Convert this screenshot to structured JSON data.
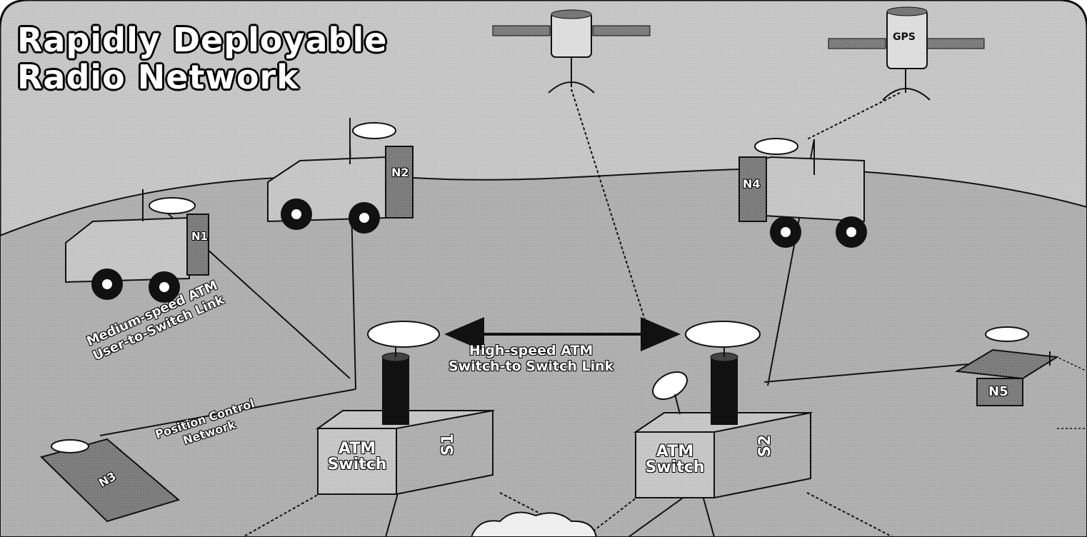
{
  "diagram": {
    "title_line1": "Rapidly Deployable",
    "title_line2": "Radio Network",
    "satellite_gps": "GPS",
    "link_high_line1": "High-speed ATM",
    "link_high_line2": "Switch-to Switch Link",
    "link_medium_line1": "Medium-speed ATM",
    "link_medium_line2": "User-to-Switch Link",
    "position_line1": "Position Control",
    "position_line2": "Network",
    "switch1_line1": "ATM",
    "switch1_line2": "Switch",
    "switch1_id": "S1",
    "switch2_line1": "ATM",
    "switch2_line2": "Switch",
    "switch2_id": "S2",
    "node_n1": "N1",
    "node_n2": "N2",
    "node_n3": "N3",
    "node_n4": "N4",
    "node_n5": "N5"
  },
  "colors": {
    "ground": "#b5b5b5",
    "ground_dark": "#8e8e8e",
    "sky": "#c8c8c8",
    "ink": "#111111"
  }
}
